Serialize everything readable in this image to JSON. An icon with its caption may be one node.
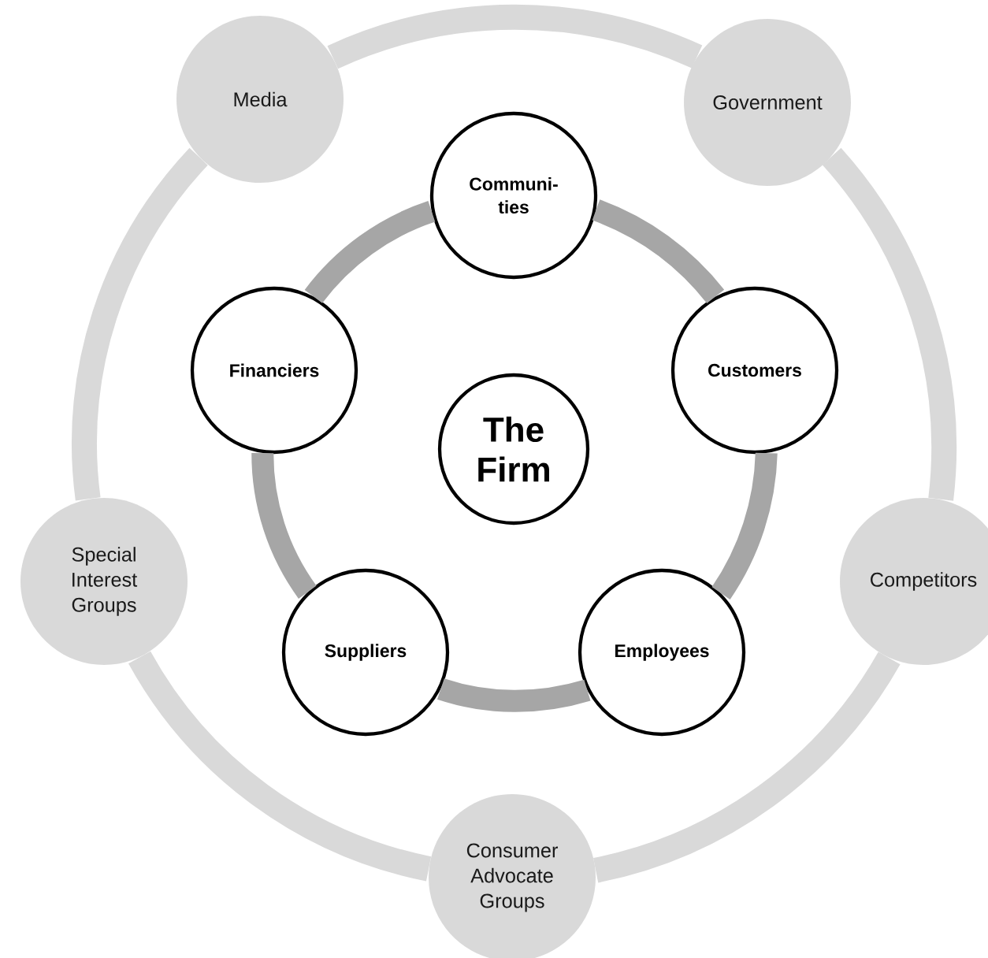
{
  "diagram": {
    "nodes": [
      {
        "text": [
          "Media"
        ]
      },
      {
        "text": [
          "Government"
        ]
      },
      {
        "text": [
          "Communi- ties"
        ]
      },
      {
        "text": [
          "Financiers"
        ]
      },
      {
        "text": [
          "Customers"
        ]
      },
      {
        "text": [
          "The Firm"
        ]
      },
      {
        "text": [
          "Special Interest Groups"
        ]
      },
      {
        "text": [
          "Competitors"
        ]
      },
      {
        "text": [
          "Suppliers"
        ]
      },
      {
        "text": [
          "Employees"
        ]
      },
      {
        "text": [
          "Consumer Advocate Groups"
        ]
      }
    ],
    "edges": [
      {
        "from": 0,
        "to": 1,
        "arrow": "none",
        "color": "#d9d9d9"
      },
      {
        "from": 1,
        "to": 7,
        "arrow": "none",
        "color": "#d9d9d9"
      },
      {
        "from": 7,
        "to": 10,
        "arrow": "none",
        "color": "#d9d9d9"
      },
      {
        "from": 10,
        "to": 6,
        "arrow": "none",
        "color": "#d9d9d9"
      },
      {
        "from": 6,
        "to": 0,
        "arrow": "none",
        "color": "#d9d9d9"
      },
      {
        "from": 2,
        "to": 4,
        "arrow": "none",
        "color": "#a6a6a6"
      },
      {
        "from": 4,
        "to": 9,
        "arrow": "none",
        "color": "#a6a6a6"
      },
      {
        "from": 9,
        "to": 8,
        "arrow": "none",
        "color": "#a6a6a6"
      },
      {
        "from": 8,
        "to": 3,
        "arrow": "none",
        "color": "#a6a6a6"
      },
      {
        "from": 3,
        "to": 2,
        "arrow": "none",
        "color": "#a6a6a6"
      }
    ]
  }
}
